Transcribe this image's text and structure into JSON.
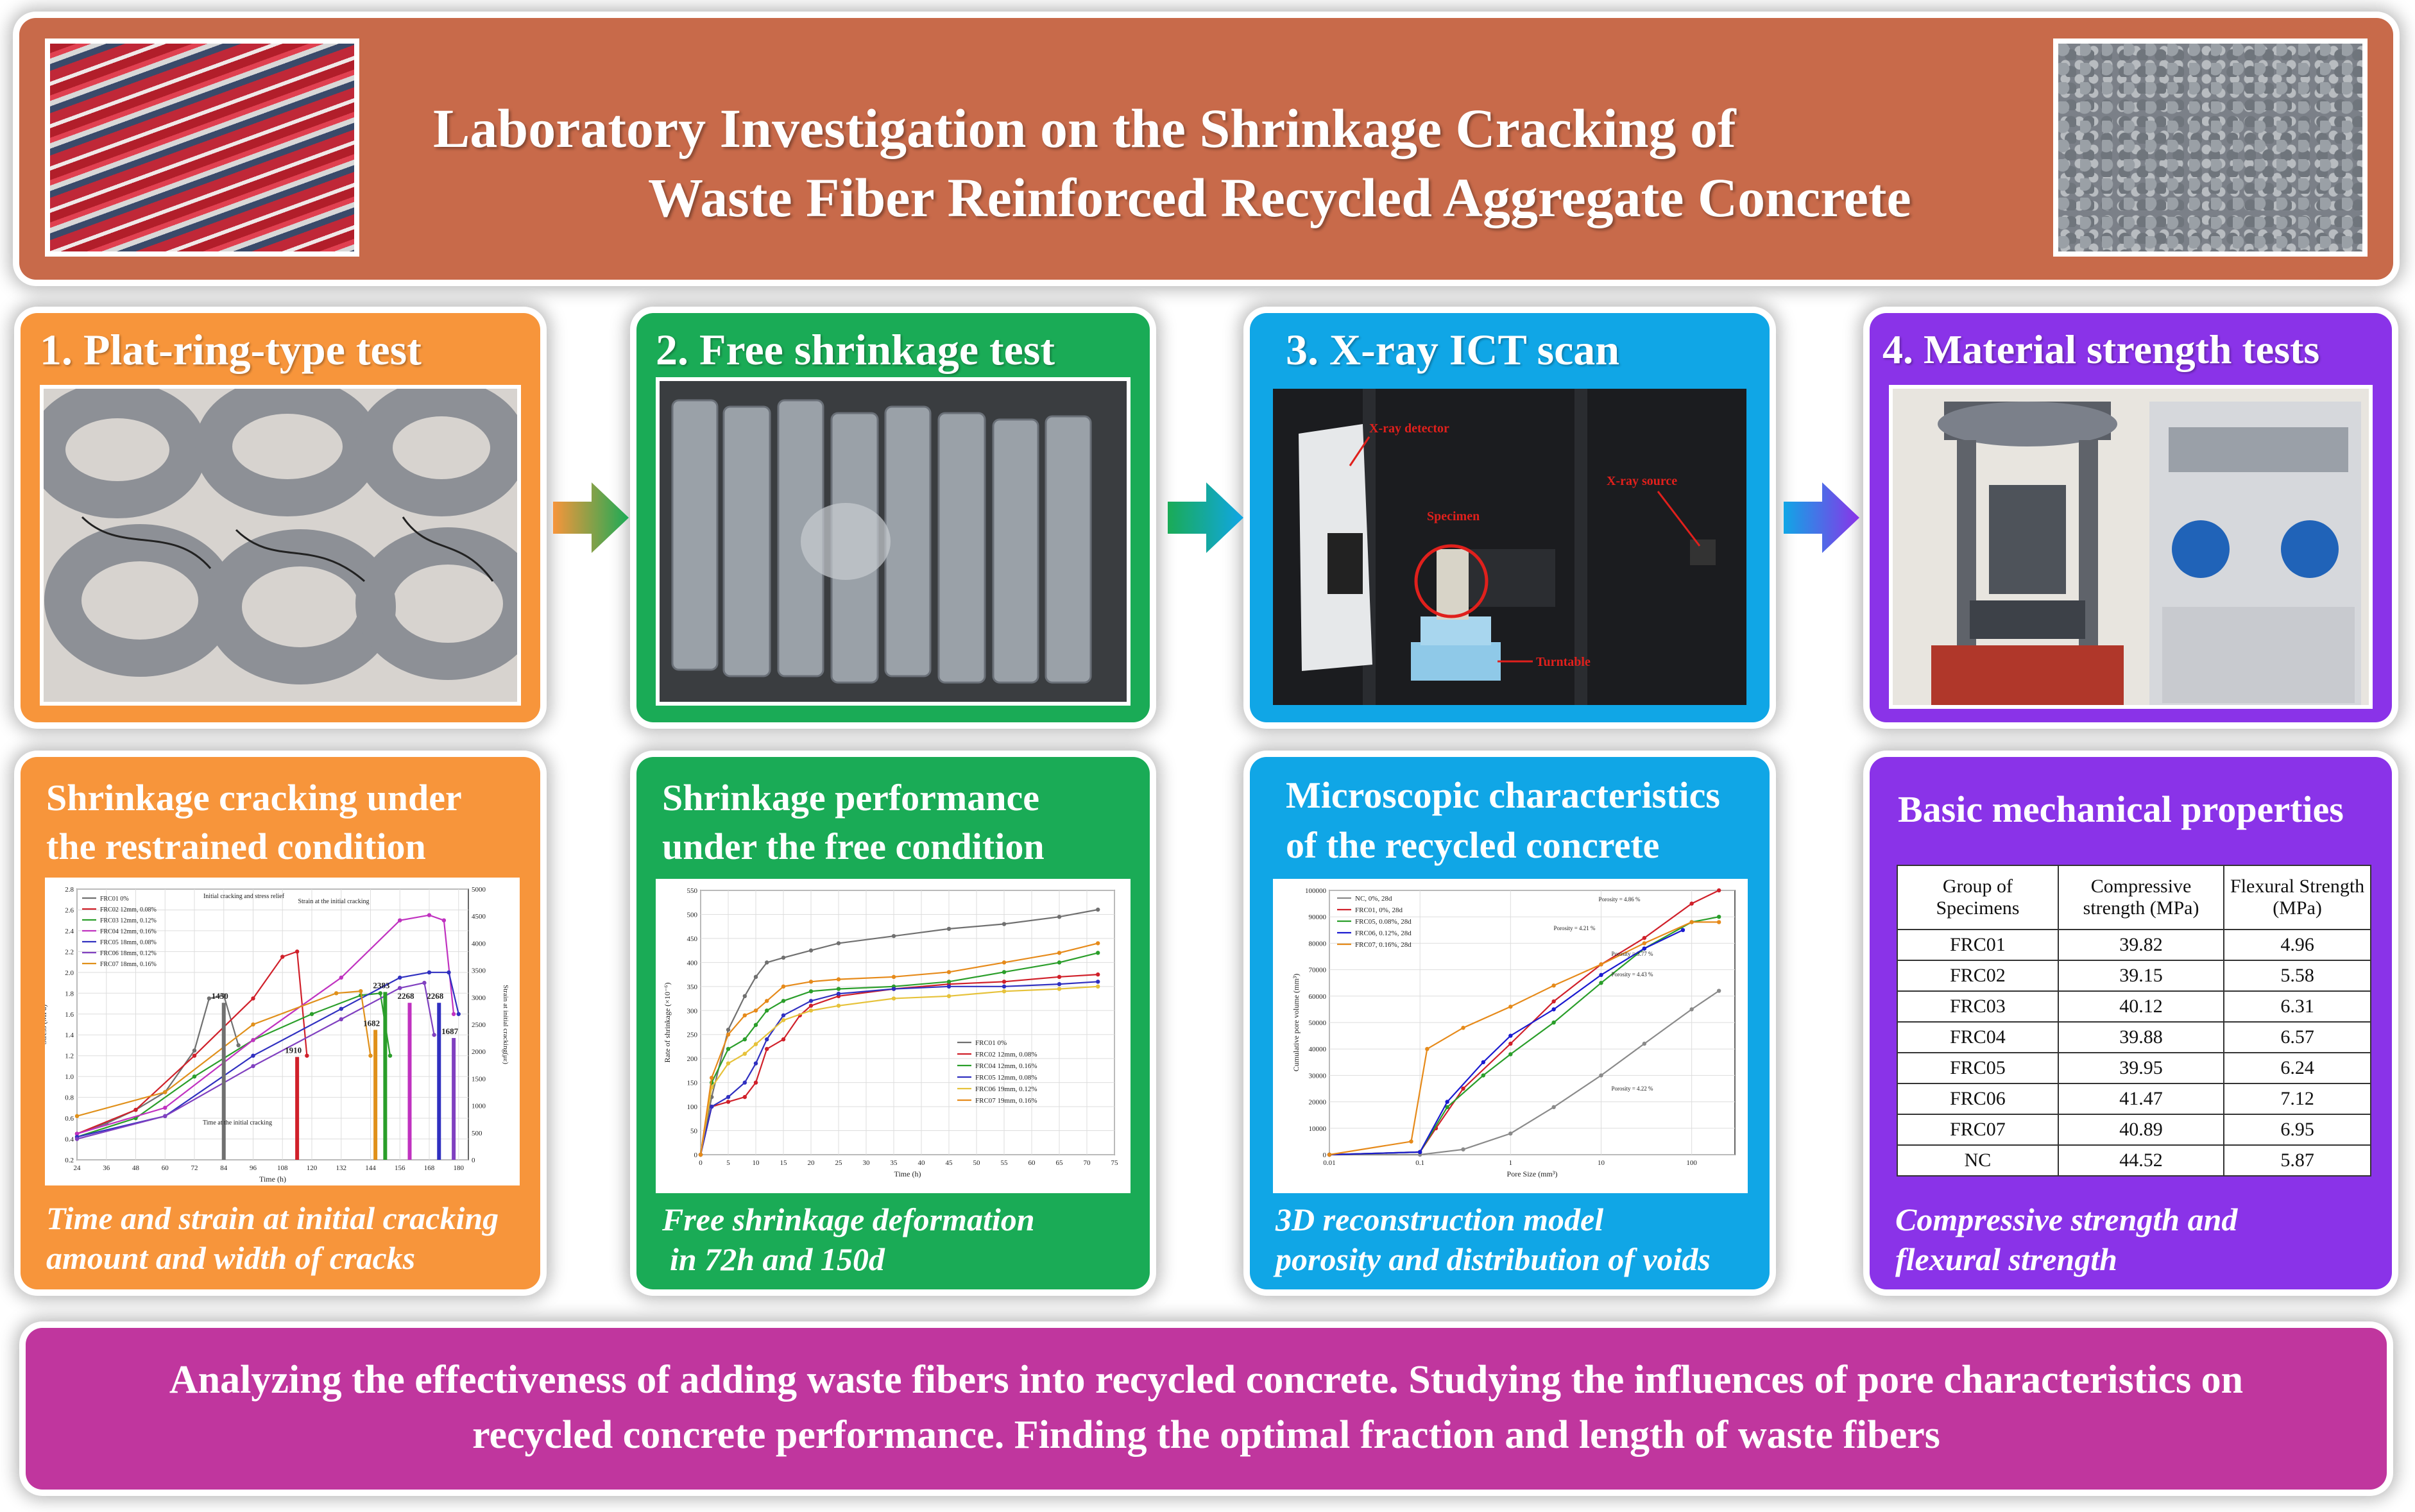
{
  "header": {
    "title_line1": "Laboratory Investigation on the Shrinkage Cracking of",
    "title_line2": "Waste Fiber Reinforced Recycled Aggregate Concrete",
    "bg_color": "#c86a4a"
  },
  "steps": [
    {
      "title": "1. Plat-ring-type test",
      "color": "#f7953b"
    },
    {
      "title": "2. Free shrinkage test",
      "color": "#1aab56"
    },
    {
      "title": "3. X-ray ICT scan",
      "color": "#10a6e6"
    },
    {
      "title": "4. Material strength tests",
      "color": "#8a33e8"
    }
  ],
  "xray_labels": {
    "detector": "X-ray detector",
    "source": "X-ray source",
    "specimen": "Specimen",
    "turntable": "Turntable"
  },
  "results": [
    {
      "title_l1": "Shrinkage cracking under",
      "title_l2": "the restrained condition",
      "caption_l1": "Time and strain at initial cracking",
      "caption_l2": "amount and width of cracks"
    },
    {
      "title_l1": "Shrinkage performance",
      "title_l2": "under the free condition",
      "caption_l1": "Free shrinkage deformation",
      "caption_l2": "in 72h and 150d"
    },
    {
      "title_l1": "Microscopic characteristics",
      "title_l2": "of  the recycled concrete",
      "caption_l1": "3D reconstruction model",
      "caption_l2": "porosity and distribution of voids"
    },
    {
      "title_l1": "Basic mechanical properties",
      "title_l2": "",
      "caption_l1": "Compressive strength and",
      "caption_l2": "flexural  strength"
    }
  ],
  "mech_table": {
    "headers": [
      "Group of Specimens",
      "Compressive strength (MPa)",
      "Flexural Strength (MPa)"
    ],
    "rows": [
      [
        "FRC01",
        "39.82",
        "4.96"
      ],
      [
        "FRC02",
        "39.15",
        "5.58"
      ],
      [
        "FRC03",
        "40.12",
        "6.31"
      ],
      [
        "FRC04",
        "39.88",
        "6.57"
      ],
      [
        "FRC05",
        "39.95",
        "6.24"
      ],
      [
        "FRC06",
        "41.47",
        "7.12"
      ],
      [
        "FRC07",
        "40.89",
        "6.95"
      ],
      [
        "NC",
        "44.52",
        "5.87"
      ]
    ]
  },
  "footer": {
    "line1": "Analyzing the effectiveness of adding waste fibers into recycled concrete. Studying the influences of pore characteristics on",
    "line2": "recycled concrete performance. Finding the optimal fraction and length of waste fibers",
    "bg_color": "#c0369e"
  },
  "chart_data": [
    {
      "type": "line",
      "xlabel": "Time (h)",
      "ylabel": "Stress (MPa)",
      "ylabel_right": "Strain at initial cracking(με)",
      "xlim": [
        24,
        184
      ],
      "ylim": [
        0.2,
        2.8
      ],
      "ylim_right": [
        0,
        5000
      ],
      "x_ticks": [
        "24",
        "36",
        "48",
        "60",
        "72",
        "84",
        "96",
        "108",
        "120",
        "132",
        "144",
        "156",
        "168",
        "180"
      ],
      "y_ticks": [
        "0.2",
        "0.4",
        "0.6",
        "0.8",
        "1.0",
        "1.2",
        "1.4",
        "1.6",
        "1.8",
        "2.0",
        "2.2",
        "2.4",
        "2.6",
        "2.8"
      ],
      "y2_ticks": [
        "0",
        "500",
        "1000",
        "1500",
        "2000",
        "2500",
        "3000",
        "3500",
        "4000",
        "4500",
        "5000"
      ],
      "annotations": [
        "Initial cracking and stress relief",
        "Strain at the initial cracking",
        "Time at the initial cracking"
      ],
      "bar_labels": [
        "1450",
        "1910",
        "1682",
        "2383",
        "2268",
        "2268",
        "1687"
      ],
      "series": [
        {
          "name": "FRC01 0%",
          "color": "#707070",
          "x": [
            24,
            36,
            48,
            60,
            72,
            78,
            84,
            90
          ],
          "y": [
            0.45,
            0.55,
            0.68,
            0.85,
            1.25,
            1.75,
            1.78,
            1.3
          ]
        },
        {
          "name": "FRC02 12mm, 0.08%",
          "color": "#d0202a",
          "x": [
            24,
            48,
            72,
            96,
            108,
            114,
            118
          ],
          "y": [
            0.45,
            0.68,
            1.2,
            1.75,
            2.15,
            2.2,
            1.2
          ]
        },
        {
          "name": "FRC03 12mm, 0.12%",
          "color": "#2a9e2a",
          "x": [
            24,
            48,
            72,
            96,
            120,
            140,
            148,
            152
          ],
          "y": [
            0.42,
            0.6,
            1.0,
            1.35,
            1.6,
            1.78,
            1.8,
            1.2
          ]
        },
        {
          "name": "FRC04 12mm, 0.16%",
          "color": "#c032c0",
          "x": [
            24,
            60,
            96,
            132,
            156,
            168,
            174,
            178
          ],
          "y": [
            0.45,
            0.7,
            1.35,
            1.95,
            2.5,
            2.55,
            2.5,
            1.6
          ]
        },
        {
          "name": "FRC05 18mm, 0.08%",
          "color": "#3030c0",
          "x": [
            24,
            60,
            96,
            132,
            156,
            168,
            176,
            180
          ],
          "y": [
            0.42,
            0.62,
            1.2,
            1.65,
            1.95,
            2.0,
            2.0,
            1.6
          ]
        },
        {
          "name": "FRC06 18mm, 0.12%",
          "color": "#8040c0",
          "x": [
            24,
            60,
            96,
            132,
            156,
            166,
            170
          ],
          "y": [
            0.4,
            0.62,
            1.1,
            1.55,
            1.85,
            1.9,
            1.4
          ]
        },
        {
          "name": "FRC07 18mm, 0.16%",
          "color": "#e0901a",
          "x": [
            24,
            60,
            96,
            130,
            140,
            144
          ],
          "y": [
            0.62,
            0.85,
            1.5,
            1.8,
            1.82,
            1.2
          ]
        }
      ]
    },
    {
      "type": "line",
      "xlabel": "Time (h)",
      "ylabel": "Rate of shrinkage (×10⁻⁶)",
      "xlim": [
        0,
        75
      ],
      "ylim": [
        0,
        550
      ],
      "x_ticks": [
        "0",
        "5",
        "10",
        "15",
        "20",
        "25",
        "30",
        "35",
        "40",
        "45",
        "50",
        "55",
        "60",
        "65",
        "70",
        "75"
      ],
      "y_ticks": [
        "0",
        "50",
        "100",
        "150",
        "200",
        "250",
        "300",
        "350",
        "400",
        "450",
        "500",
        "550"
      ],
      "series": [
        {
          "name": "FRC01 0%",
          "color": "#707070",
          "x": [
            0,
            2,
            5,
            8,
            10,
            12,
            15,
            20,
            25,
            35,
            45,
            55,
            65,
            72
          ],
          "y": [
            0,
            120,
            260,
            330,
            370,
            400,
            410,
            425,
            440,
            455,
            470,
            480,
            495,
            510
          ]
        },
        {
          "name": "FRC02 12mm, 0.08%",
          "color": "#d0202a",
          "x": [
            0,
            2,
            5,
            8,
            10,
            12,
            15,
            18,
            20,
            25,
            35,
            45,
            55,
            65,
            72
          ],
          "y": [
            0,
            100,
            110,
            120,
            150,
            220,
            240,
            290,
            310,
            330,
            345,
            355,
            360,
            370,
            375
          ]
        },
        {
          "name": "FRC04 12mm, 0.16%",
          "color": "#2a9e2a",
          "x": [
            0,
            2,
            5,
            8,
            10,
            12,
            15,
            20,
            25,
            35,
            45,
            55,
            65,
            72
          ],
          "y": [
            0,
            150,
            220,
            240,
            270,
            300,
            320,
            340,
            345,
            350,
            360,
            380,
            400,
            420
          ]
        },
        {
          "name": "FRC05 12mm, 0.08%",
          "color": "#3030c0",
          "x": [
            0,
            2,
            5,
            8,
            10,
            12,
            15,
            20,
            25,
            35,
            45,
            55,
            65,
            72
          ],
          "y": [
            0,
            100,
            120,
            150,
            190,
            240,
            290,
            320,
            335,
            345,
            350,
            350,
            355,
            360
          ]
        },
        {
          "name": "FRC06 19mm, 0.12%",
          "color": "#e6c23a",
          "x": [
            0,
            2,
            5,
            8,
            10,
            15,
            20,
            25,
            35,
            45,
            55,
            65,
            72
          ],
          "y": [
            0,
            140,
            190,
            210,
            230,
            280,
            300,
            310,
            325,
            330,
            340,
            345,
            350
          ]
        },
        {
          "name": "FRC07 19mm, 0.16%",
          "color": "#e68a1a",
          "x": [
            0,
            2,
            5,
            8,
            10,
            12,
            15,
            20,
            25,
            35,
            45,
            55,
            65,
            72
          ],
          "y": [
            0,
            160,
            250,
            290,
            300,
            320,
            350,
            360,
            365,
            370,
            380,
            400,
            420,
            440
          ]
        }
      ]
    },
    {
      "type": "line",
      "xlabel": "Pore Size (mm³)",
      "ylabel": "Cumulative pore volume (mm³)",
      "x_scale": "log",
      "xlim": [
        0.01,
        300
      ],
      "ylim": [
        0,
        100000
      ],
      "x_ticks": [
        "0.01",
        "0.1",
        "1",
        "10",
        "100"
      ],
      "y_ticks": [
        "0",
        "10000",
        "20000",
        "30000",
        "40000",
        "50000",
        "60000",
        "70000",
        "80000",
        "90000",
        "100000"
      ],
      "annotations": [
        "Porosity = 4.86 %",
        "Porosity = 4.21 %",
        "Porosity = 3.77 %",
        "Porosity = 4.43 %",
        "Porosity = 4.22 %"
      ],
      "series": [
        {
          "name": "NC, 0%, 28d",
          "color": "#8a8a8a",
          "x": [
            0.01,
            0.1,
            0.3,
            1,
            3,
            10,
            30,
            100,
            200
          ],
          "y": [
            0,
            0,
            2000,
            8000,
            18000,
            30000,
            42000,
            55000,
            62000
          ]
        },
        {
          "name": "FRC01, 0%, 28d",
          "color": "#d0202a",
          "x": [
            0.01,
            0.1,
            0.15,
            0.3,
            1,
            3,
            10,
            30,
            100,
            200
          ],
          "y": [
            0,
            1000,
            10000,
            25000,
            42000,
            58000,
            72000,
            82000,
            95000,
            100000
          ]
        },
        {
          "name": "FRC05, 0.08%, 28d",
          "color": "#2a9e2a",
          "x": [
            0.01,
            0.1,
            0.2,
            0.5,
            1,
            3,
            10,
            30,
            100,
            200
          ],
          "y": [
            0,
            1000,
            18000,
            30000,
            38000,
            50000,
            65000,
            78000,
            88000,
            90000
          ]
        },
        {
          "name": "FRC06, 0.12%, 28d",
          "color": "#1a1ad0",
          "x": [
            0.01,
            0.1,
            0.2,
            0.5,
            1,
            3,
            10,
            30,
            80
          ],
          "y": [
            0,
            1000,
            20000,
            35000,
            45000,
            55000,
            68000,
            78000,
            85000
          ]
        },
        {
          "name": "FRC07, 0.16%, 28d",
          "color": "#e68a1a",
          "x": [
            0.01,
            0.08,
            0.12,
            0.3,
            1,
            3,
            10,
            30,
            100,
            200
          ],
          "y": [
            0,
            5000,
            40000,
            48000,
            56000,
            64000,
            72000,
            80000,
            88000,
            88000
          ]
        }
      ]
    }
  ]
}
